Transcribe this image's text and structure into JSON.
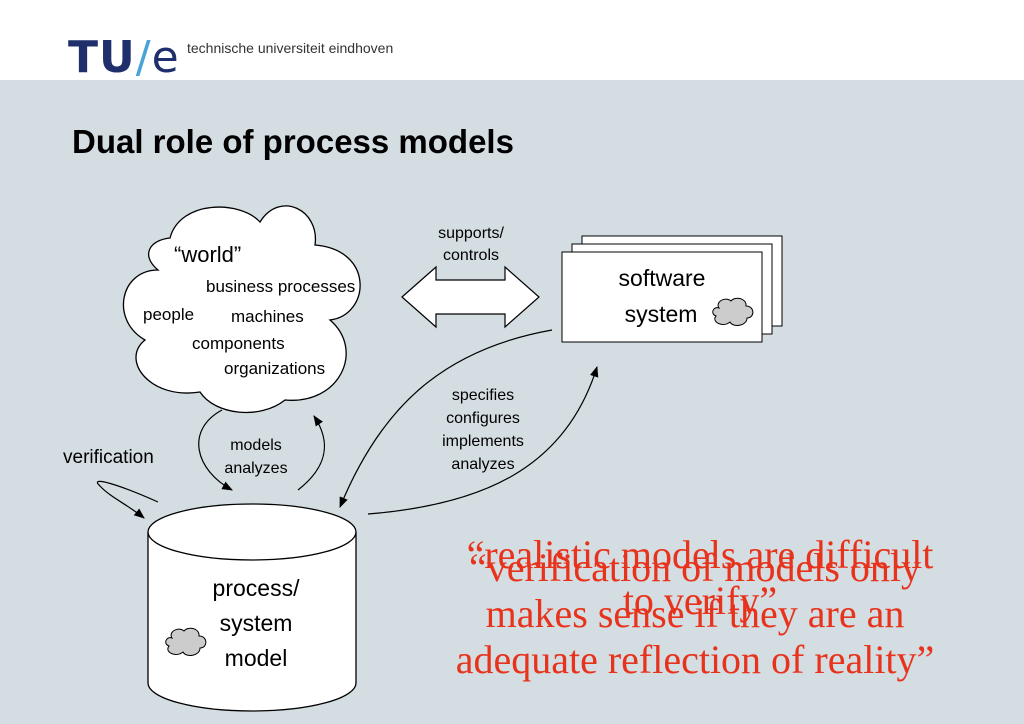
{
  "header": {
    "logo_text": "TU/e",
    "tagline": "technische universiteit eindhoven"
  },
  "slide_title": "Dual role of process models",
  "world": {
    "title": "“world”",
    "items": [
      "business processes",
      "people",
      "machines",
      "components",
      "organizations"
    ]
  },
  "arrow_labels": {
    "supports": [
      "supports/",
      "controls"
    ],
    "specifies": [
      "specifies",
      "configures",
      "implements",
      "analyzes"
    ],
    "models": [
      "models",
      "analyzes"
    ],
    "verification": "verification"
  },
  "software_system": [
    "software",
    "system"
  ],
  "process_model": [
    "process/",
    "system",
    "model"
  ],
  "quotes": {
    "quote_1": [
      "“realistic models are difficult",
      "to verify”"
    ],
    "quote_2": [
      "“verification of models only",
      "makes sense if they are an",
      "adequate reflection of reality”"
    ]
  },
  "colors": {
    "header_navy": "#1f2f6b",
    "header_slash": "#4aa3d8",
    "background": "#d4dde2",
    "quote_red": "#e8331c"
  },
  "icons": [
    "cloud-icon"
  ]
}
